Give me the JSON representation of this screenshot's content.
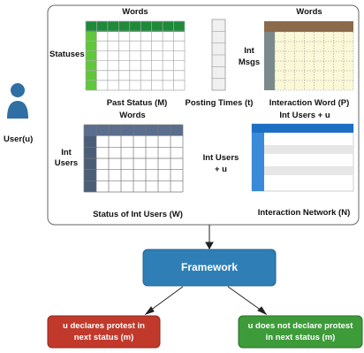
{
  "user": {
    "label": "User(u)"
  },
  "matrices": {
    "past_status": {
      "top_label": "Words",
      "side_label": "Statuses",
      "caption": "Past Status (M)",
      "header_color": "#1e8a3a",
      "side_color": "#5ec83a"
    },
    "posting_times": {
      "caption": "Posting Times (t)"
    },
    "interaction_word": {
      "top_label": "Words",
      "side_label_1": "Int",
      "side_label_2": "Msgs",
      "caption": "Interaction Word (P)",
      "header_color": "#8a6a4a",
      "side_color": "#7a8a8a"
    },
    "status_int_users": {
      "top_label": "Words",
      "side_label_1": "Int",
      "side_label_2": "Users",
      "caption": "Status of Int Users (W)",
      "header_color": "#5a6e8e",
      "side_color": "#4a5e78"
    },
    "interaction_network": {
      "top_label": "Int Users + u",
      "side_label_1": "Int Users",
      "side_label_2": "+ u",
      "caption": "Interaction Network (N)",
      "header_color": "#1d6fc4",
      "side_color": "#3a8ad8"
    }
  },
  "framework": {
    "label": "Framework",
    "color": "#2f7fb6"
  },
  "outcomes": {
    "protest": {
      "line1": "u declares protest in",
      "line2": "next status (m)",
      "color": "#c0392b"
    },
    "no_protest": {
      "line1": "u does not declare protest",
      "line2": "in next status (m)",
      "color": "#3e9b3a"
    }
  }
}
